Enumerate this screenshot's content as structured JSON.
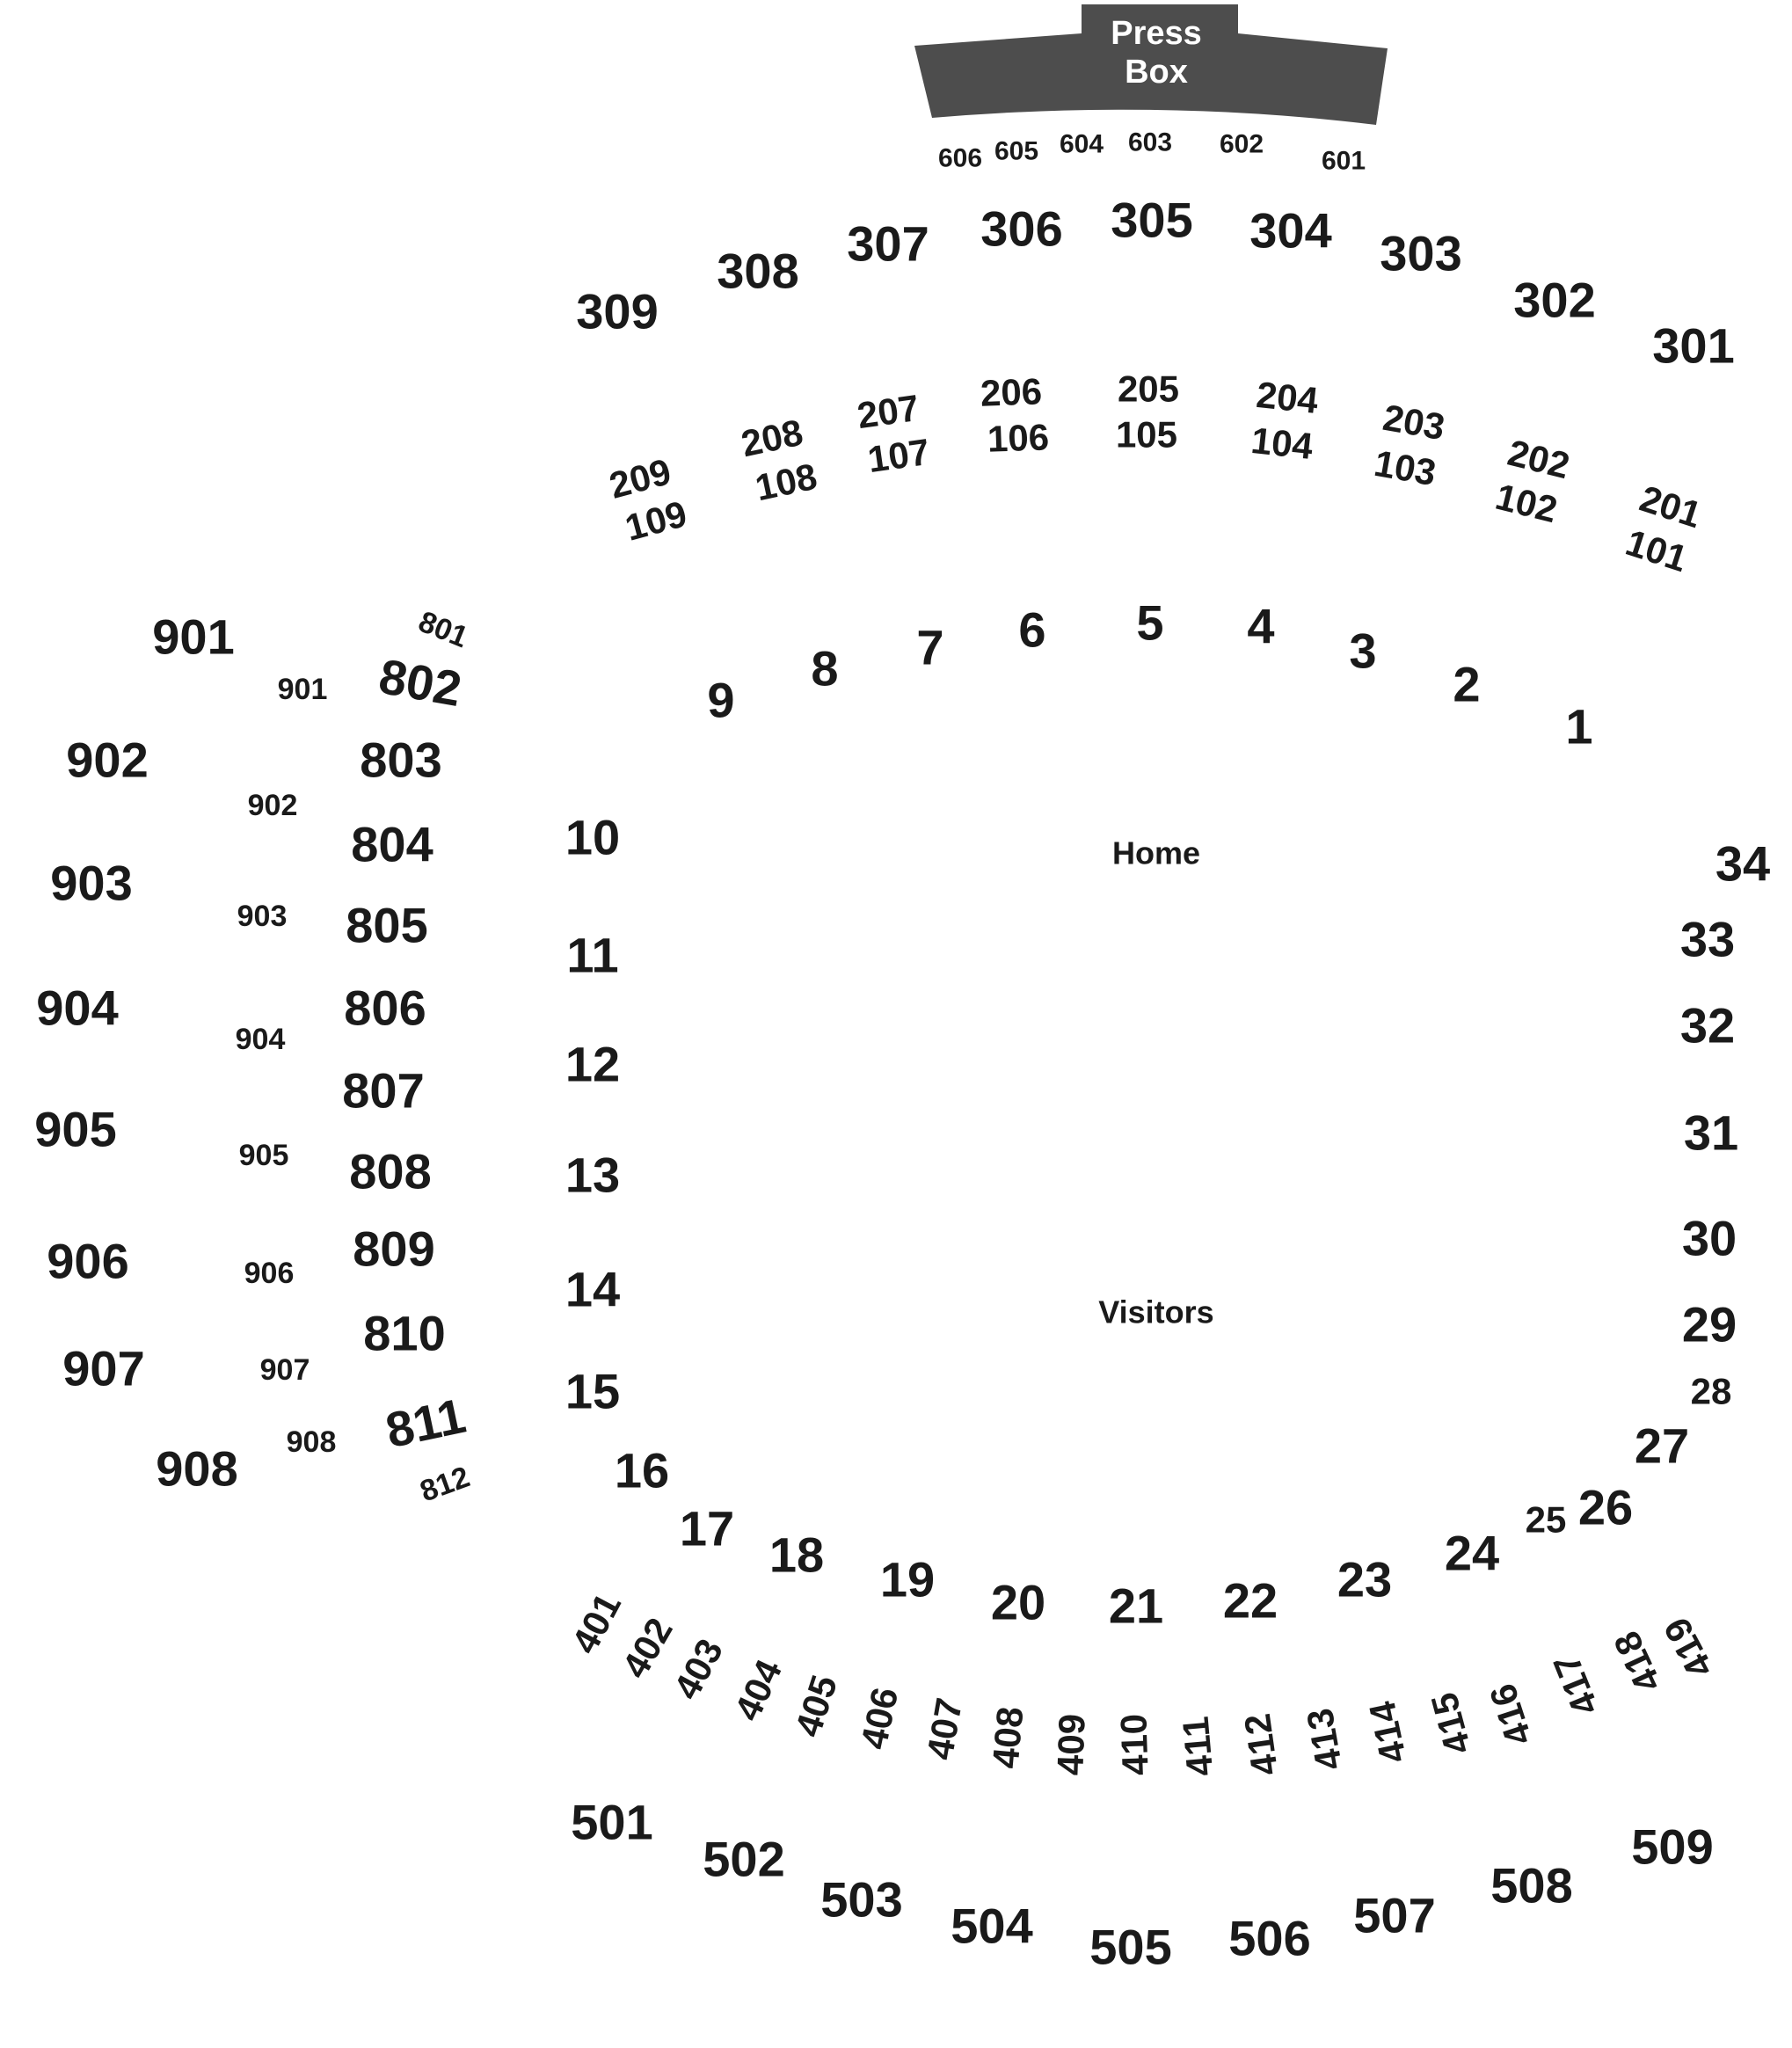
{
  "press_box": {
    "line1": "Press",
    "line2": "Box",
    "color": "#4d4d4d"
  },
  "zones": {
    "home": "Home",
    "visitors": "Visitors"
  },
  "sections": {
    "press_level": [
      "606",
      "605",
      "604",
      "603",
      "602",
      "601"
    ],
    "upper_300": [
      "309",
      "308",
      "307",
      "306",
      "305",
      "304",
      "303",
      "302",
      "301"
    ],
    "stacked_200_100": [
      [
        "209",
        "109"
      ],
      [
        "208",
        "108"
      ],
      [
        "207",
        "107"
      ],
      [
        "206",
        "106"
      ],
      [
        "205",
        "105"
      ],
      [
        "204",
        "104"
      ],
      [
        "203",
        "103"
      ],
      [
        "202",
        "102"
      ],
      [
        "201",
        "101"
      ]
    ],
    "inner_ring": [
      "1",
      "2",
      "3",
      "4",
      "5",
      "6",
      "7",
      "8",
      "9",
      "10",
      "11",
      "12",
      "13",
      "14",
      "15",
      "16",
      "17",
      "18",
      "19",
      "20",
      "21",
      "22",
      "23",
      "24",
      "25",
      "26",
      "27",
      "28",
      "29",
      "30",
      "31",
      "32",
      "33",
      "34"
    ],
    "left_800": [
      "801",
      "802",
      "803",
      "804",
      "805",
      "806",
      "807",
      "808",
      "809",
      "810",
      "811",
      "812"
    ],
    "left_900_outer": [
      "901",
      "902",
      "903",
      "904",
      "905",
      "906",
      "907",
      "908"
    ],
    "left_900_inner": [
      "901",
      "902",
      "903",
      "904",
      "905",
      "906",
      "907",
      "908"
    ],
    "lower_400": [
      "401",
      "402",
      "403",
      "404",
      "405",
      "406",
      "407",
      "408",
      "409",
      "410",
      "411",
      "412",
      "413",
      "414",
      "415",
      "416",
      "417",
      "418",
      "419"
    ],
    "outer_500": [
      "501",
      "502",
      "503",
      "504",
      "505",
      "506",
      "507",
      "508",
      "509"
    ]
  }
}
